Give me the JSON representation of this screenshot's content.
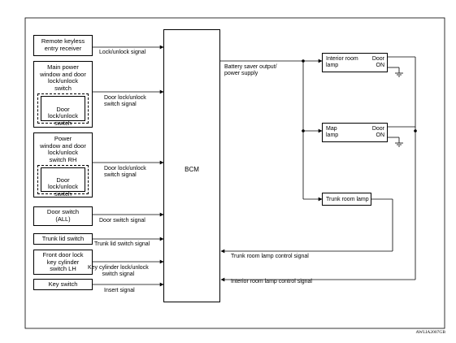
{
  "bcm_label": "BCM",
  "inputs": [
    {
      "id": "remote",
      "label": "Remote keyless\nentry receiver",
      "signal": "Lock/unlock signal"
    },
    {
      "id": "main-pw",
      "label": "Main power\nwindow and door\nlock/unlock\nswitch",
      "inner": "Door\nlock/unlock\nswitch",
      "signal": "Door lock/unlock\nswitch signal"
    },
    {
      "id": "pw-rh",
      "label": "Power\nwindow and door\nlock/unlock\nswitch RH",
      "inner": "Door\nlock/unlock\nswitch",
      "signal": "Door lock/unlock\nswitch signal"
    },
    {
      "id": "door-sw",
      "label": "Door switch\n(ALL)",
      "signal": "Door switch signal"
    },
    {
      "id": "trunk-sw",
      "label": "Trunk lid switch",
      "signal": "Trunk lid switch signal"
    },
    {
      "id": "key-cyl",
      "label": "Front door lock\nkey cylinder\nswitch LH",
      "signal": "Key cylinder lock/unlock\nswitch signal"
    },
    {
      "id": "key-sw",
      "label": "Key switch",
      "signal": "Insert signal"
    }
  ],
  "outputs": {
    "battery_saver": "Battery saver output/\npower supply",
    "interior_lamp": {
      "name": "Interior room\nlamp",
      "state": "Door\nON"
    },
    "map_lamp": {
      "name": "Map\nlamp",
      "state": "Door\nON"
    },
    "trunk_lamp": "Trunk room lamp",
    "trunk_ctrl_signal": "Trunk room lamp control signal",
    "interior_ctrl_signal": "Interior room lamp control signal"
  },
  "figure_code": "AWLIA2007GB"
}
